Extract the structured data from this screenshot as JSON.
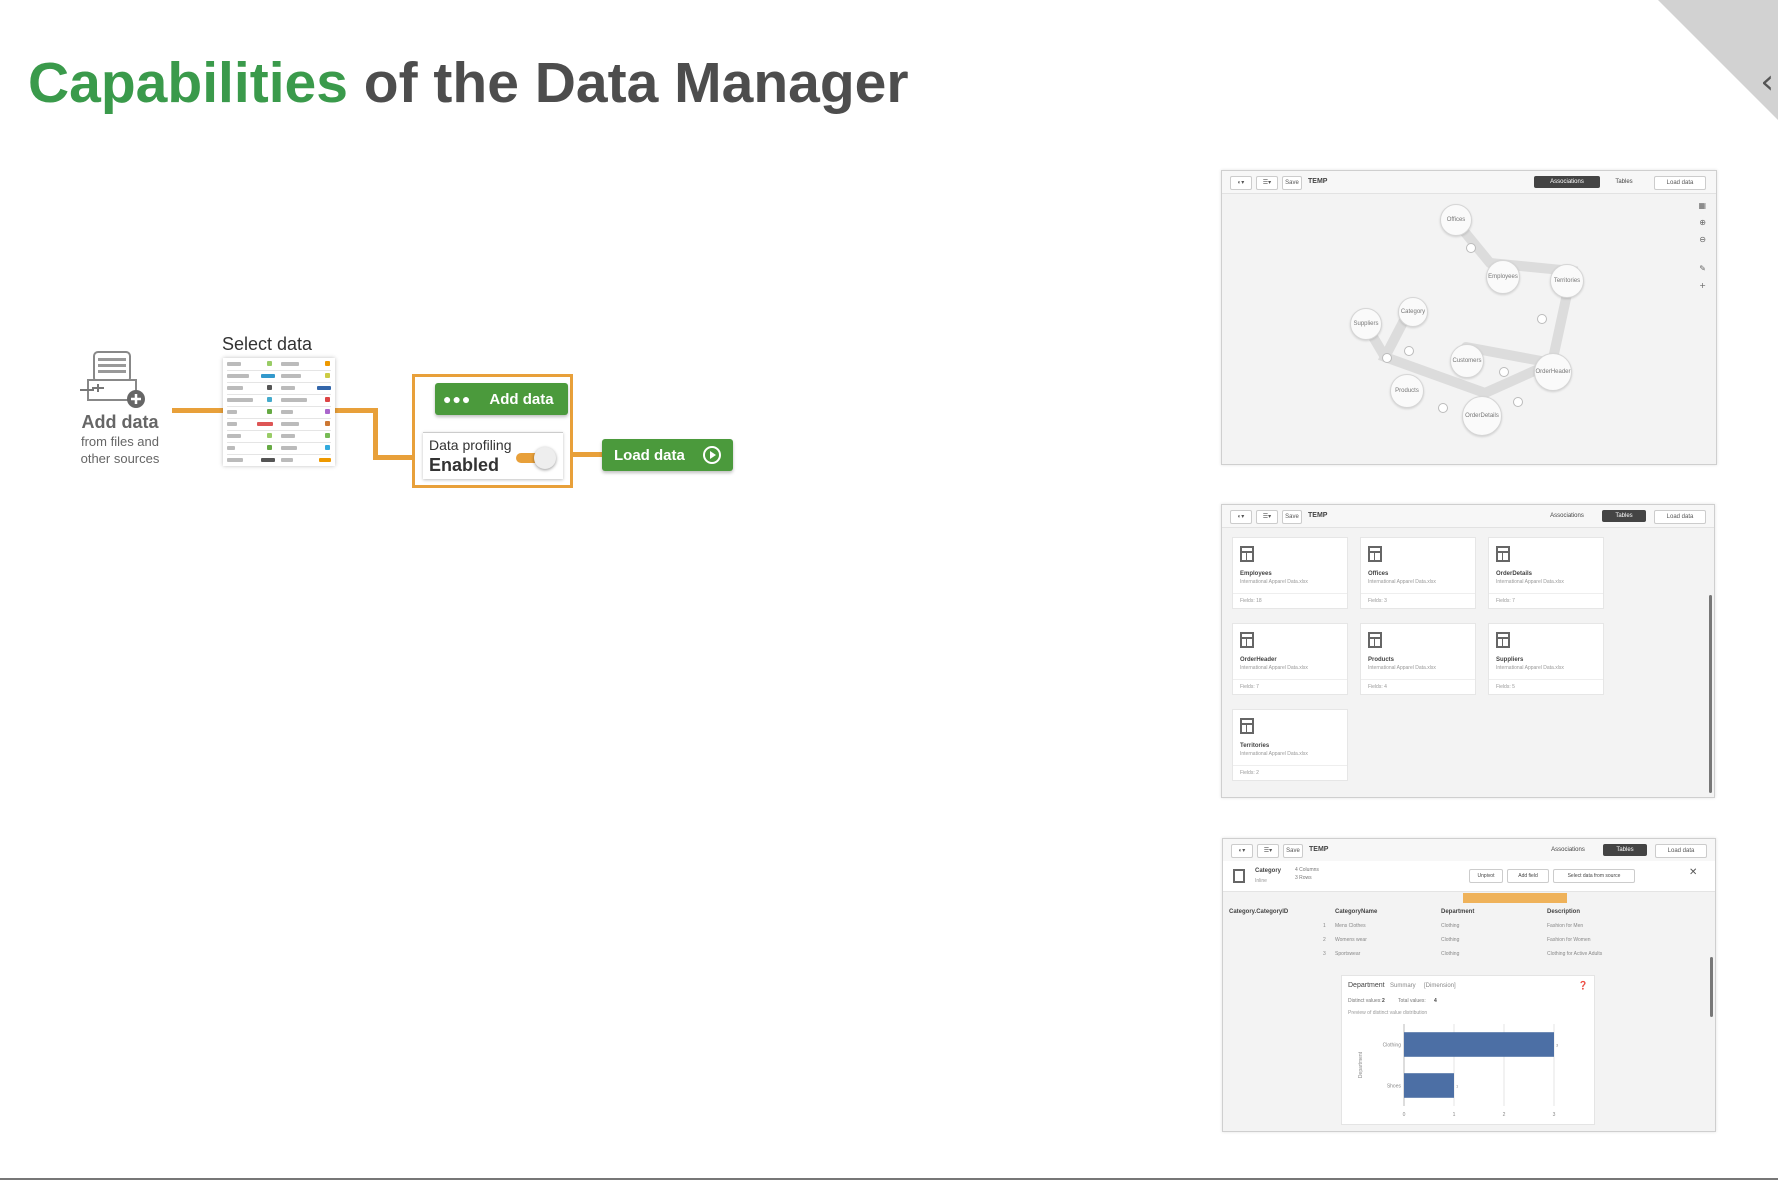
{
  "slide": {
    "title_accent": "Capabilities",
    "title_rest": "of the Data Manager",
    "corner_icon": "chevron-left-icon"
  },
  "flow": {
    "source": {
      "title": "Add data",
      "subtitle_line1": "from files and",
      "subtitle_line2": "other sources",
      "icon": "database-plug-add-icon"
    },
    "select": {
      "title": "Select data"
    },
    "add_button": {
      "label": "Add data",
      "icon": "more-dots-icon"
    },
    "profiling": {
      "label": "Data profiling",
      "state": "Enabled",
      "toggle_on": true
    },
    "load_button": {
      "label": "Load data",
      "icon": "play-circle-icon"
    },
    "colors": {
      "green": "#4b9a3c",
      "orange": "#e8a03a",
      "title_green": "#3a9a4b"
    }
  },
  "screens": {
    "toolbar": {
      "save": "Save",
      "app_name": "TEMP",
      "associations": "Associations",
      "tables": "Tables",
      "load_data": "Load data"
    },
    "associations": {
      "nodes": [
        "Offices",
        "Employees",
        "Territories",
        "Category",
        "Suppliers",
        "Customers",
        "OrderHeader",
        "Products",
        "OrderDetails"
      ]
    },
    "tables": {
      "cards": [
        {
          "name": "Employees",
          "source": "International Apparel Data.xlsx",
          "fields": "Fields: 18"
        },
        {
          "name": "Offices",
          "source": "International Apparel Data.xlsx",
          "fields": "Fields: 3"
        },
        {
          "name": "OrderDetails",
          "source": "International Apparel Data.xlsx",
          "fields": "Fields: 7"
        },
        {
          "name": "OrderHeader",
          "source": "International Apparel Data.xlsx",
          "fields": "Fields: 7"
        },
        {
          "name": "Products",
          "source": "International Apparel Data.xlsx",
          "fields": "Fields: 4"
        },
        {
          "name": "Suppliers",
          "source": "International Apparel Data.xlsx",
          "fields": "Fields: 5"
        },
        {
          "name": "Territories",
          "source": "International Apparel Data.xlsx",
          "fields": "Fields: 2"
        }
      ]
    },
    "detail": {
      "table_name": "Category",
      "table_sub": "Inline",
      "meta1": "4 Columns",
      "meta2": "3 Rows",
      "unpivot": "Unpivot",
      "add_field": "Add field",
      "select_source": "Select data from source",
      "columns": [
        "Category.CategoryID",
        "CategoryName",
        "Department",
        "Description"
      ],
      "rows": [
        [
          "1",
          "Mens Clothes",
          "Clothing",
          "Fashion for Men"
        ],
        [
          "2",
          "Womens wear",
          "Clothing",
          "Fashion for Women"
        ],
        [
          "3",
          "Sportswear",
          "Clothing",
          "Clothing for Active Adults"
        ]
      ],
      "summary": {
        "title": "Department",
        "tab": "Summary",
        "kind": "[Dimension]",
        "distinct_label": "Distinct values:",
        "distinct_value": "2",
        "total_label": "Total values:",
        "total_value": "4",
        "preview": "Preview of distinct value distribution",
        "axis_label": "Department"
      }
    }
  },
  "chart_data": {
    "type": "bar",
    "orientation": "horizontal",
    "categories": [
      "Clothing",
      "Shoes"
    ],
    "values": [
      3,
      1
    ],
    "xlim": [
      0,
      3
    ],
    "xticks": [
      0,
      1,
      2,
      3
    ],
    "ylabel": "Department",
    "color": "#4c6fa5"
  }
}
